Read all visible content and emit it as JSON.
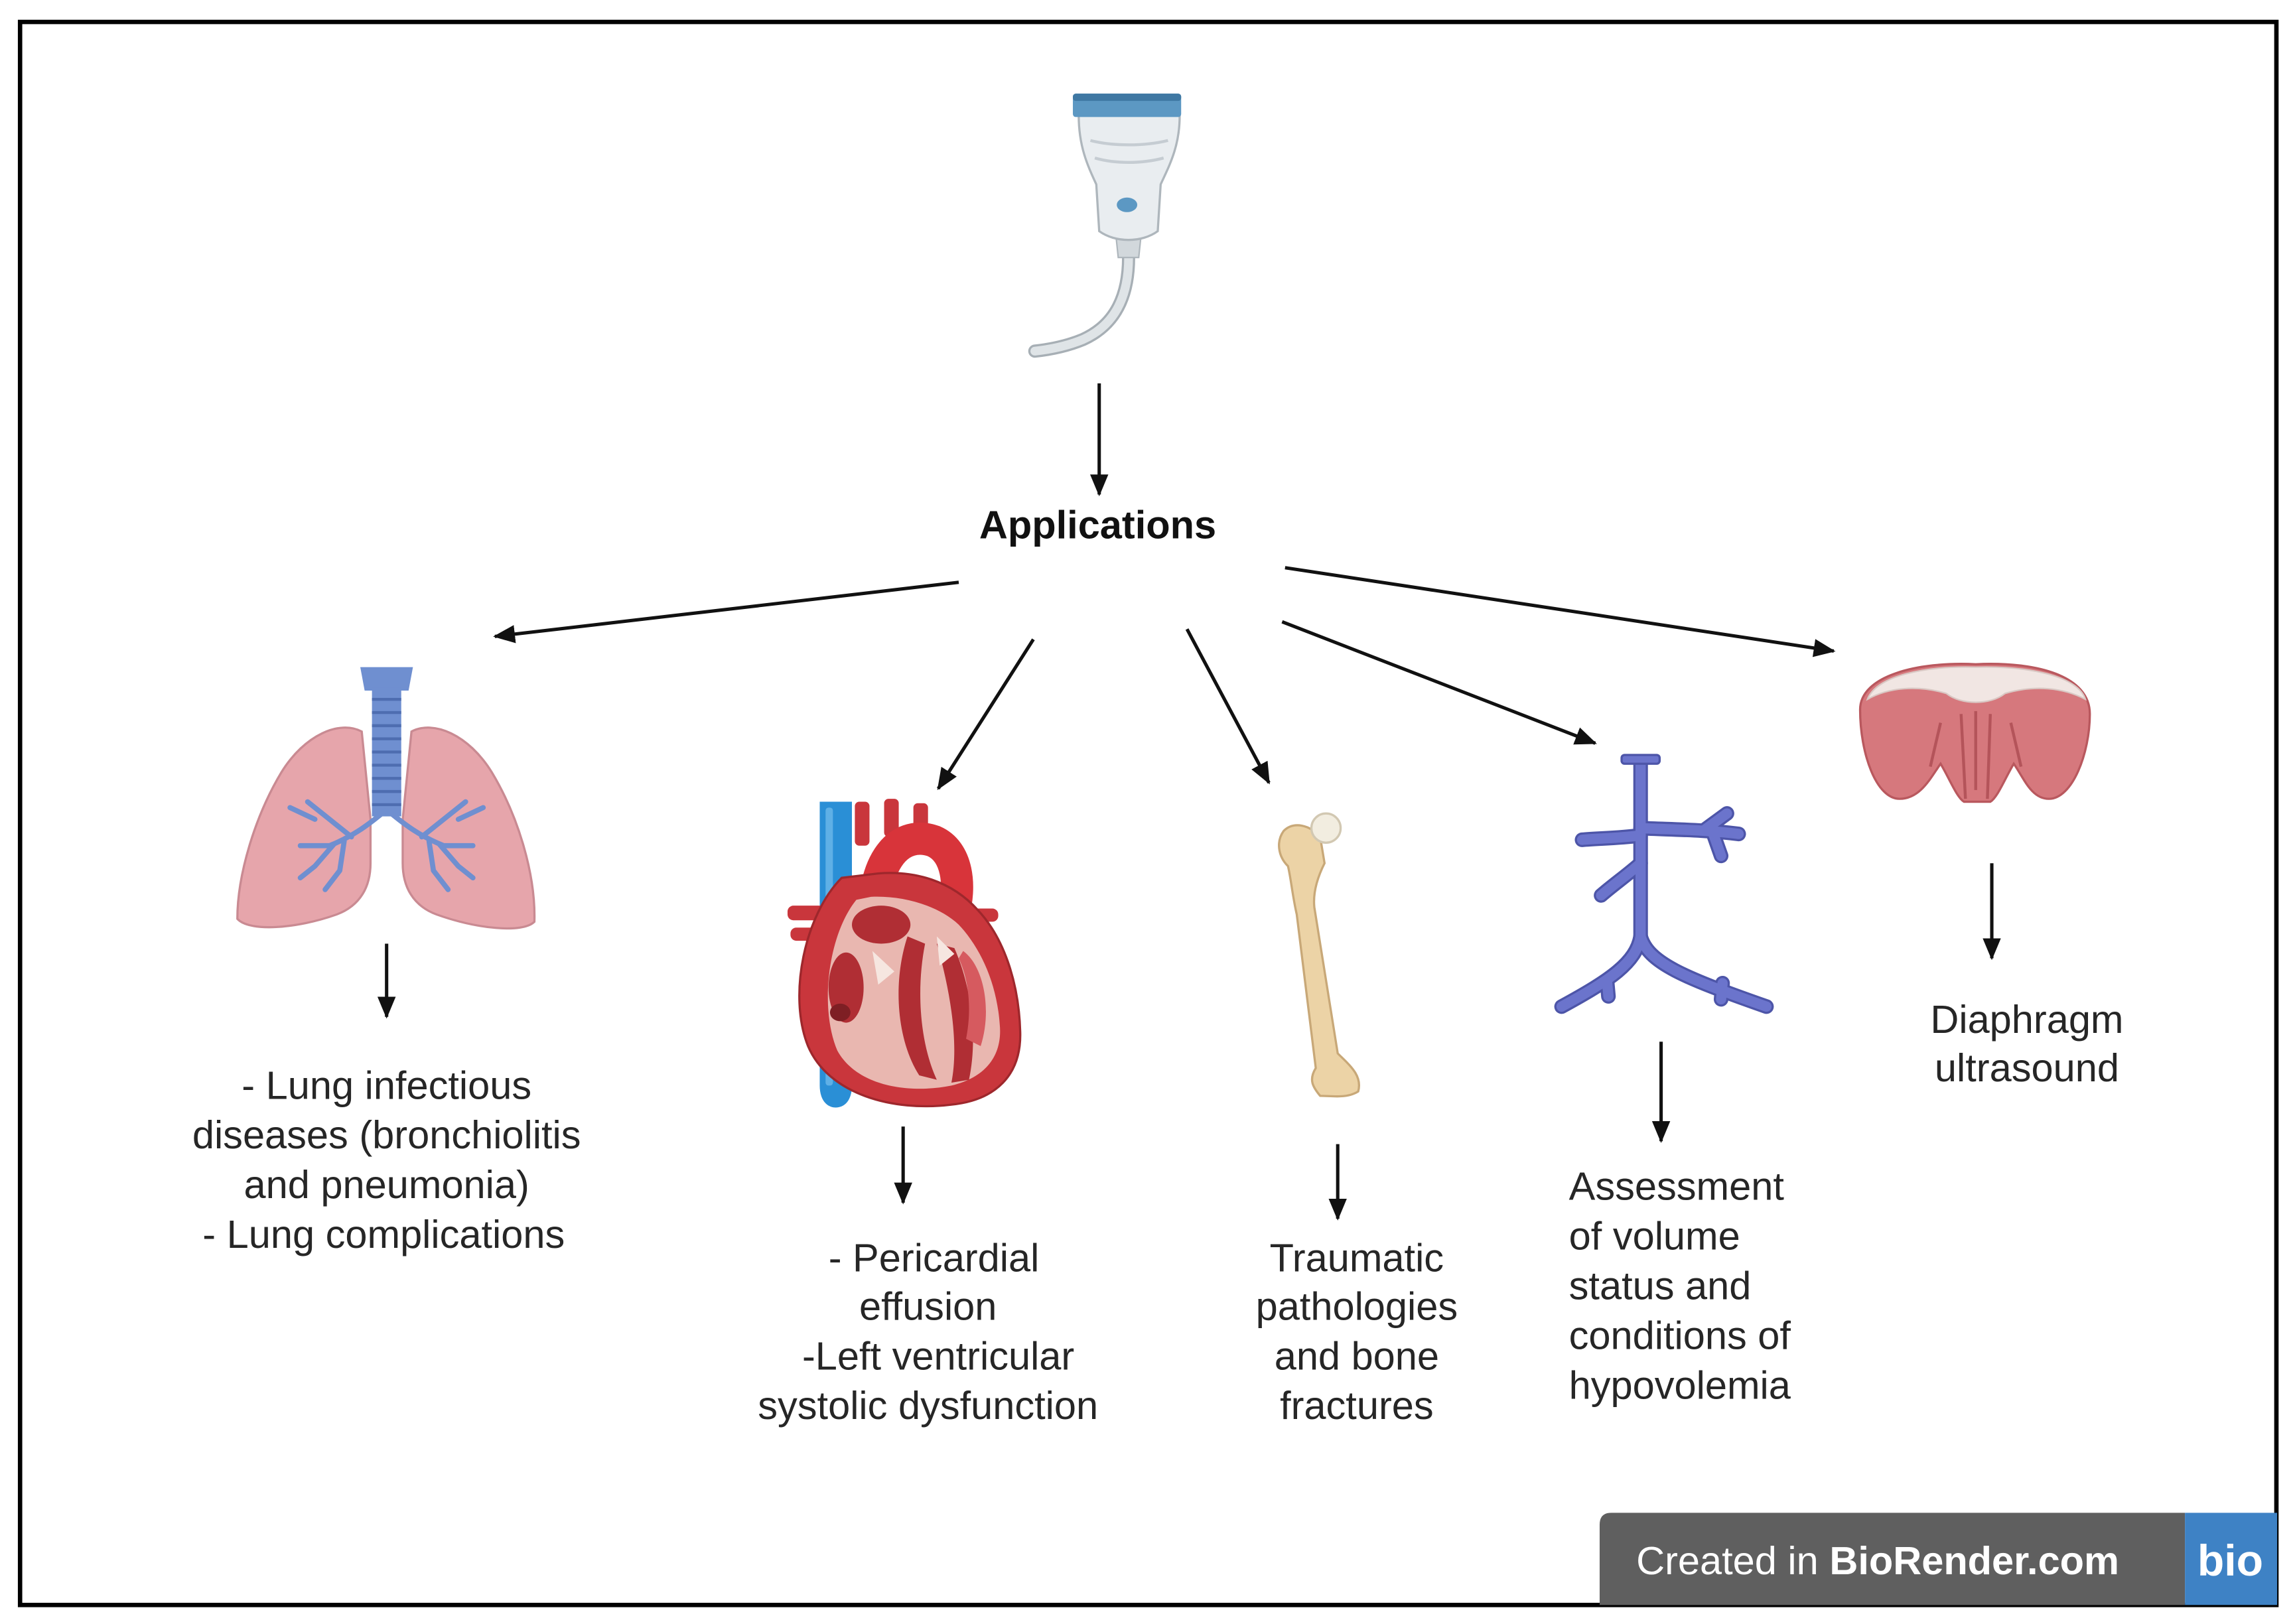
{
  "figure": {
    "root_label": "Applications",
    "source_icon": "ultrasound-probe-icon"
  },
  "branches": [
    {
      "icon": "lungs-icon",
      "lines": [
        "- Lung infectious",
        "diseases (bronchiolitis",
        "and pneumonia)",
        "- Lung complications"
      ]
    },
    {
      "icon": "heart-icon",
      "lines": [
        "- Pericardial",
        "effusion",
        "-Left ventricular",
        "systolic dysfunction"
      ]
    },
    {
      "icon": "femur-bone-icon",
      "lines": [
        "Traumatic",
        "pathologies",
        "and bone",
        "fractures"
      ]
    },
    {
      "icon": "vein-icon",
      "lines": [
        "Assessment",
        "of volume",
        "status and",
        "conditions of",
        "hypovolemia"
      ]
    },
    {
      "icon": "diaphragm-icon",
      "lines": [
        "Diaphragm",
        "ultrasound"
      ]
    }
  ],
  "watermark": {
    "prefix": "Created in ",
    "brand": "BioRender.com",
    "logo": "bio"
  },
  "colors": {
    "probe_blue": "#5c98c3",
    "lung_pink": "#e6a5ab",
    "bronchi_blue": "#6f8fd0",
    "heart_red": "#c9363c",
    "vena_cava_blue": "#2a8fd6",
    "bone_tan": "#ecd3a6",
    "vein_blue": "#6b74cc",
    "diaphragm_red": "#d6787d",
    "badge_grey": "#5f5f5f",
    "badge_blue": "#3e82c5"
  }
}
